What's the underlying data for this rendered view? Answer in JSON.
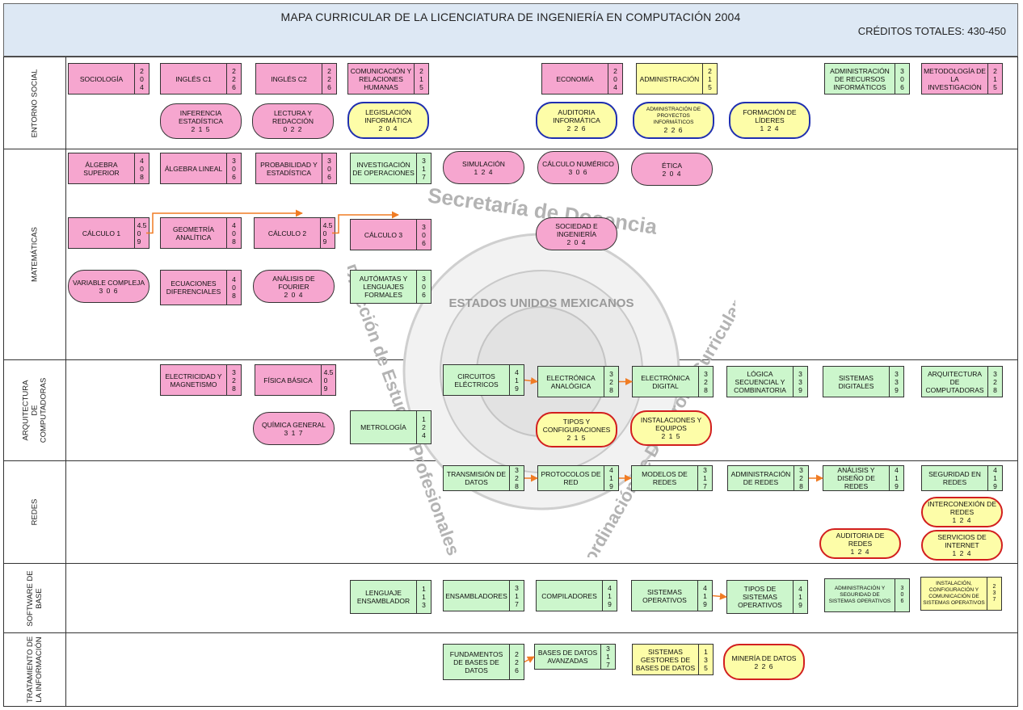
{
  "title": "MAPA CURRICULAR DE LA LICENCIATURA DE INGENIERÍA EN COMPUTACIÓN  2004",
  "credits": "CRÉDITOS TOTALES: 430-450",
  "colors": {
    "pink": "#f6a6cf",
    "green": "#ccf6cc",
    "yellow": "#fdfda8",
    "blue_border": "#1f2fb0",
    "red_border": "#d21f1f",
    "arrow": "#f07c24"
  },
  "rows": [
    {
      "id": "entorno",
      "label": "ENTORNO SOCIAL"
    },
    {
      "id": "mate",
      "label": "MATEMÁTICAS"
    },
    {
      "id": "arq",
      "label": "ARQUITECTURA DE COMPUTADORAS"
    },
    {
      "id": "redes",
      "label": "REDES"
    },
    {
      "id": "sw",
      "label": "SOFTWARE DE BASE"
    },
    {
      "id": "ti",
      "label": "TRATAMIENTO DE LA INFORMACIÓN"
    }
  ],
  "watermark": {
    "top": "Secretaría de Docencia",
    "left": "Dirección de Estudios Profesionales",
    "right": "Coordinación de Desarrollo Curricular",
    "seal": "ESTADOS UNIDOS MEXICANOS"
  },
  "courses": [
    {
      "id": "c1",
      "name": "SOCIOLOGÍA",
      "cr": "2 0 4",
      "color": "pink",
      "shape": "box"
    },
    {
      "id": "c2",
      "name": "INGLÉS C1",
      "cr": "2 2 6",
      "color": "pink",
      "shape": "box"
    },
    {
      "id": "c3",
      "name": "INGLÉS C2",
      "cr": "2 2 6",
      "color": "pink",
      "shape": "box"
    },
    {
      "id": "c4",
      "name": "COMUNICACIÓN Y RELACIONES HUMANAS",
      "cr": "2 1 5",
      "color": "pink",
      "shape": "box"
    },
    {
      "id": "c5",
      "name": "ECONOMÍA",
      "cr": "2 0 4",
      "color": "pink",
      "shape": "box"
    },
    {
      "id": "c6",
      "name": "ADMINISTRACIÓN",
      "cr": "2 1 5",
      "color": "yellow",
      "shape": "box"
    },
    {
      "id": "c7",
      "name": "ADMINISTRACIÓN DE RECURSOS INFORMÁTICOS",
      "cr": "3 0 6",
      "color": "green",
      "shape": "box"
    },
    {
      "id": "c8",
      "name": "METODOLOGÍA DE LA INVESTIGACIÓN",
      "cr": "2 1 5",
      "color": "pink",
      "shape": "box"
    },
    {
      "id": "c9",
      "name": "INFERENCIA ESTADÍSTICA",
      "cr": "2 1 5",
      "color": "pink",
      "shape": "pill"
    },
    {
      "id": "c10",
      "name": "LECTURA Y REDACCIÓN",
      "cr": "0 2 2",
      "color": "pink",
      "shape": "pill"
    },
    {
      "id": "c11",
      "name": "LEGISLACIÓN INFORMÁTICA",
      "cr": "2 0 4",
      "color": "yellow",
      "shape": "pill",
      "border": "blue"
    },
    {
      "id": "c12",
      "name": "AUDITORIA INFORMÁTICA",
      "cr": "2 2 6",
      "color": "yellow",
      "shape": "pill",
      "border": "blue"
    },
    {
      "id": "c13",
      "name": "ADMINISTRACIÓN DE PROYECTOS INFORMÁTICOS",
      "cr": "2 2 6",
      "color": "yellow",
      "shape": "pill",
      "border": "blue",
      "small": true
    },
    {
      "id": "c14",
      "name": "FORMACIÓN DE LÍDERES",
      "cr": "1 2 4",
      "color": "yellow",
      "shape": "pill",
      "border": "blue"
    },
    {
      "id": "m1",
      "name": "ÁLGEBRA SUPERIOR",
      "cr": "4 0 8",
      "color": "pink",
      "shape": "box"
    },
    {
      "id": "m2",
      "name": "ÁLGEBRA LINEAL",
      "cr": "3 0 6",
      "color": "pink",
      "shape": "box"
    },
    {
      "id": "m3",
      "name": "PROBABILIDAD Y ESTADÍSTICA",
      "cr": "3 0 6",
      "color": "pink",
      "shape": "box"
    },
    {
      "id": "m4",
      "name": "INVESTIGACIÓN DE OPERACIONES",
      "cr": "3 1 7",
      "color": "green",
      "shape": "box"
    },
    {
      "id": "m5",
      "name": "SIMULACIÓN",
      "cr": "1 2 4",
      "color": "pink",
      "shape": "pill"
    },
    {
      "id": "m6",
      "name": "CÁLCULO NUMÉRICO",
      "cr": "3 0 6",
      "color": "pink",
      "shape": "pill"
    },
    {
      "id": "m7",
      "name": "ÉTICA",
      "cr": "2 0 4",
      "color": "pink",
      "shape": "pill"
    },
    {
      "id": "m8",
      "name": "CÁLCULO 1",
      "cr": "4.5 0 9",
      "color": "pink",
      "shape": "box"
    },
    {
      "id": "m9",
      "name": "GEOMETRÍA ANALÍTICA",
      "cr": "4 0 8",
      "color": "pink",
      "shape": "box"
    },
    {
      "id": "m10",
      "name": "CÁLCULO 2",
      "cr": "4.5 0 9",
      "color": "pink",
      "shape": "box"
    },
    {
      "id": "m11",
      "name": "CÁLCULO 3",
      "cr": "3 0 6",
      "color": "pink",
      "shape": "box"
    },
    {
      "id": "m12",
      "name": "SOCIEDAD E INGENIERÍA",
      "cr": "2 0 4",
      "color": "pink",
      "shape": "pill"
    },
    {
      "id": "m13",
      "name": "VARIABLE COMPLEJA",
      "cr": "3 0 6",
      "color": "pink",
      "shape": "pill"
    },
    {
      "id": "m14",
      "name": "ECUACIONES DIFERENCIALES",
      "cr": "4 0 8",
      "color": "pink",
      "shape": "box"
    },
    {
      "id": "m15",
      "name": "ANÁLISIS DE FOURIER",
      "cr": "2 0 4",
      "color": "pink",
      "shape": "pill"
    },
    {
      "id": "m16",
      "name": "AUTÓMATAS Y LENGUAJES FORMALES",
      "cr": "3 0 6",
      "color": "green",
      "shape": "box"
    },
    {
      "id": "a1",
      "name": "ELECTRICIDAD Y MAGNETISMO",
      "cr": "3 2 8",
      "color": "pink",
      "shape": "box"
    },
    {
      "id": "a2",
      "name": "FÍSICA BÁSICA",
      "cr": "4.5 0 9",
      "color": "pink",
      "shape": "box"
    },
    {
      "id": "a3",
      "name": "CIRCUITOS ELÉCTRICOS",
      "cr": "4 1 9",
      "color": "green",
      "shape": "box"
    },
    {
      "id": "a4",
      "name": "ELECTRÓNICA ANALÓGICA",
      "cr": "3 2 8",
      "color": "green",
      "shape": "box"
    },
    {
      "id": "a5",
      "name": "ELECTRÓNICA DIGITAL",
      "cr": "3 2 8",
      "color": "green",
      "shape": "box"
    },
    {
      "id": "a6",
      "name": "LÓGICA SECUENCIAL Y COMBINATORIA",
      "cr": "3 3 9",
      "color": "green",
      "shape": "box"
    },
    {
      "id": "a7",
      "name": "SISTEMAS DIGITALES",
      "cr": "3 3 9",
      "color": "green",
      "shape": "box"
    },
    {
      "id": "a8",
      "name": "ARQUITECTURA DE COMPUTADORAS",
      "cr": "3 2 8",
      "color": "green",
      "shape": "box"
    },
    {
      "id": "a9",
      "name": "QUÍMICA GENERAL",
      "cr": "3 1 7",
      "color": "pink",
      "shape": "pill"
    },
    {
      "id": "a10",
      "name": "METROLOGÍA",
      "cr": "1 2 4",
      "color": "green",
      "shape": "box"
    },
    {
      "id": "a11",
      "name": "TIPOS Y CONFIGURACIONES",
      "cr": "2 1 5",
      "color": "yellow",
      "shape": "pill",
      "border": "red"
    },
    {
      "id": "a12",
      "name": "INSTALACIONES Y EQUIPOS",
      "cr": "2 1 5",
      "color": "yellow",
      "shape": "pill",
      "border": "red"
    },
    {
      "id": "r1",
      "name": "TRANSMISIÓN DE DATOS",
      "cr": "3 2 8",
      "color": "green",
      "shape": "box"
    },
    {
      "id": "r2",
      "name": "PROTOCOLOS DE RED",
      "cr": "4 1 9",
      "color": "green",
      "shape": "box"
    },
    {
      "id": "r3",
      "name": "MODELOS DE REDES",
      "cr": "3 1 7",
      "color": "green",
      "shape": "box"
    },
    {
      "id": "r4",
      "name": "ADMINISTRACIÓN DE REDES",
      "cr": "3 2 8",
      "color": "green",
      "shape": "box"
    },
    {
      "id": "r5",
      "name": "ANÁLISIS Y DISEÑO DE REDES",
      "cr": "4 1 9",
      "color": "green",
      "shape": "box"
    },
    {
      "id": "r6",
      "name": "SEGURIDAD EN REDES",
      "cr": "4 1 9",
      "color": "green",
      "shape": "box"
    },
    {
      "id": "r7",
      "name": "INTERCONEXIÓN DE REDES",
      "cr": "1 2 4",
      "color": "yellow",
      "shape": "pill",
      "border": "red"
    },
    {
      "id": "r8",
      "name": "AUDITORIA DE REDES",
      "cr": "1 2 4",
      "color": "yellow",
      "shape": "pill",
      "border": "red"
    },
    {
      "id": "r9",
      "name": "SERVICIOS DE INTERNET",
      "cr": "1 2 4",
      "color": "yellow",
      "shape": "pill",
      "border": "red"
    },
    {
      "id": "s1",
      "name": "LENGUAJE ENSAMBLADOR",
      "cr": "1 1 3",
      "color": "green",
      "shape": "box"
    },
    {
      "id": "s2",
      "name": "ENSAMBLADORES",
      "cr": "3 1 7",
      "color": "green",
      "shape": "box"
    },
    {
      "id": "s3",
      "name": "COMPILADORES",
      "cr": "4 1 9",
      "color": "green",
      "shape": "box"
    },
    {
      "id": "s4",
      "name": "SISTEMAS OPERATIVOS",
      "cr": "4 1 9",
      "color": "green",
      "shape": "box"
    },
    {
      "id": "s5",
      "name": "TIPOS DE SISTEMAS OPERATIVOS",
      "cr": "4 1 9",
      "color": "green",
      "shape": "box"
    },
    {
      "id": "s6",
      "name": "ADMINISTRACIÓN Y SEGURIDAD DE SISTEMAS OPERATIVOS",
      "cr": "3 0 6",
      "color": "green",
      "shape": "box",
      "small": true
    },
    {
      "id": "s7",
      "name": "INSTALACIÓN, CONFIGURACIÓN Y COMUNICACIÓN DE SISTEMAS OPERATIVOS",
      "cr": "2 3 7",
      "color": "yellow",
      "shape": "box",
      "small": true
    },
    {
      "id": "t1",
      "name": "FUNDAMENTOS DE BASES DE DATOS",
      "cr": "2 2 6",
      "color": "green",
      "shape": "box"
    },
    {
      "id": "t2",
      "name": "BASES DE DATOS AVANZADAS",
      "cr": "3 1 7",
      "color": "green",
      "shape": "box"
    },
    {
      "id": "t3",
      "name": "SISTEMAS GESTORES DE BASES DE DATOS",
      "cr": "1 3 5",
      "color": "yellow",
      "shape": "box"
    },
    {
      "id": "t4",
      "name": "MINERÍA DE DATOS",
      "cr": "2 2 6",
      "color": "yellow",
      "shape": "pill",
      "border": "red"
    }
  ],
  "arrows": [
    {
      "from": "m8",
      "to": "m10"
    },
    {
      "from": "m10",
      "to": "m11"
    },
    {
      "from": "a3",
      "to": "a4"
    },
    {
      "from": "a4",
      "to": "a5"
    },
    {
      "from": "r1",
      "to": "r2"
    },
    {
      "from": "r2",
      "to": "r3"
    },
    {
      "from": "r4",
      "to": "r5"
    },
    {
      "from": "s4",
      "to": "s5"
    },
    {
      "from": "t1",
      "to": "t2"
    }
  ]
}
